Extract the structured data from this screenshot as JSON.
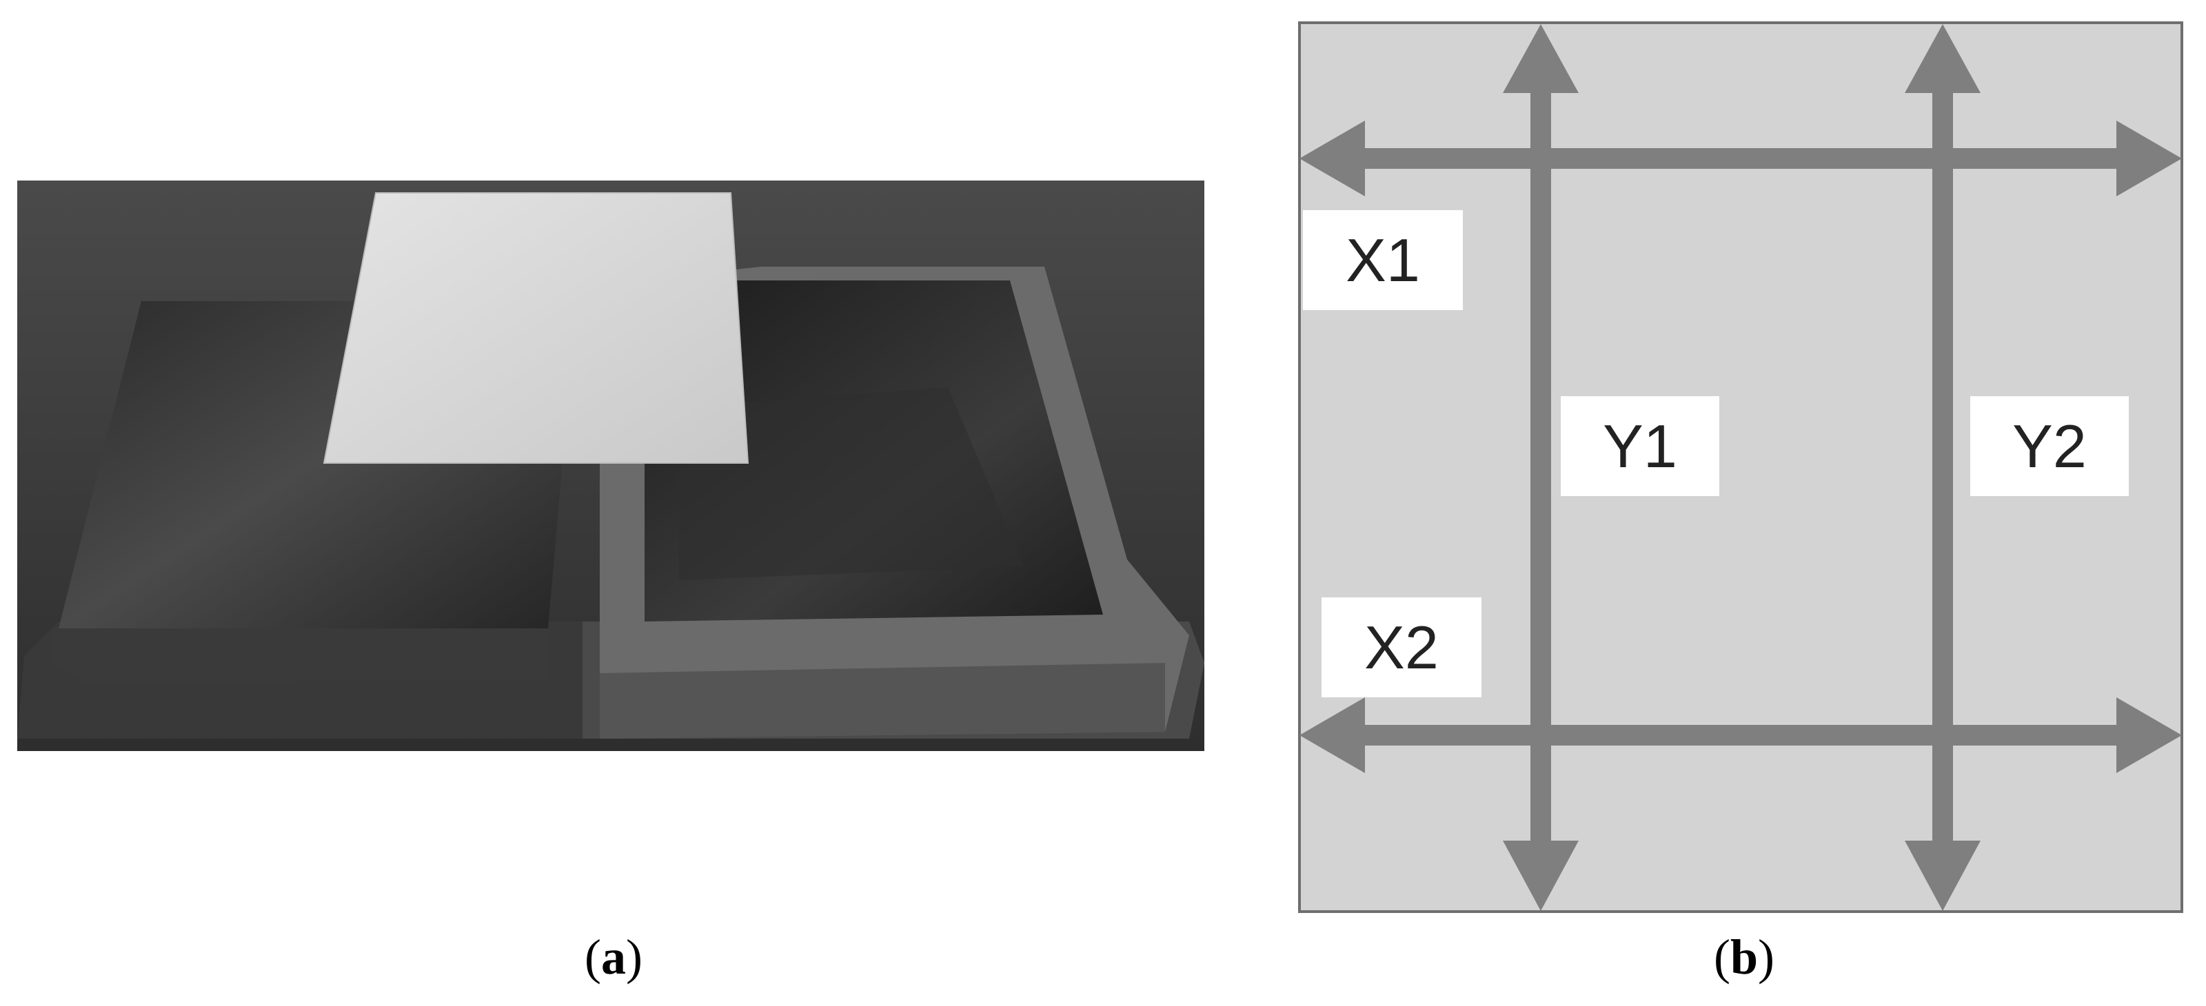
{
  "figure": {
    "panel_a": {
      "caption_open": "(",
      "caption_letter": "a",
      "caption_close": ")"
    },
    "panel_b": {
      "caption_open": "(",
      "caption_letter": "b",
      "caption_close": ")",
      "labels": {
        "x1": "X1",
        "x2": "X2",
        "y1": "Y1",
        "y2": "Y2"
      }
    }
  },
  "colors": {
    "diagram_fill": "#d3d3d3",
    "arrow": "#7f7f7f",
    "photo_bg": "#3d3d3d"
  }
}
